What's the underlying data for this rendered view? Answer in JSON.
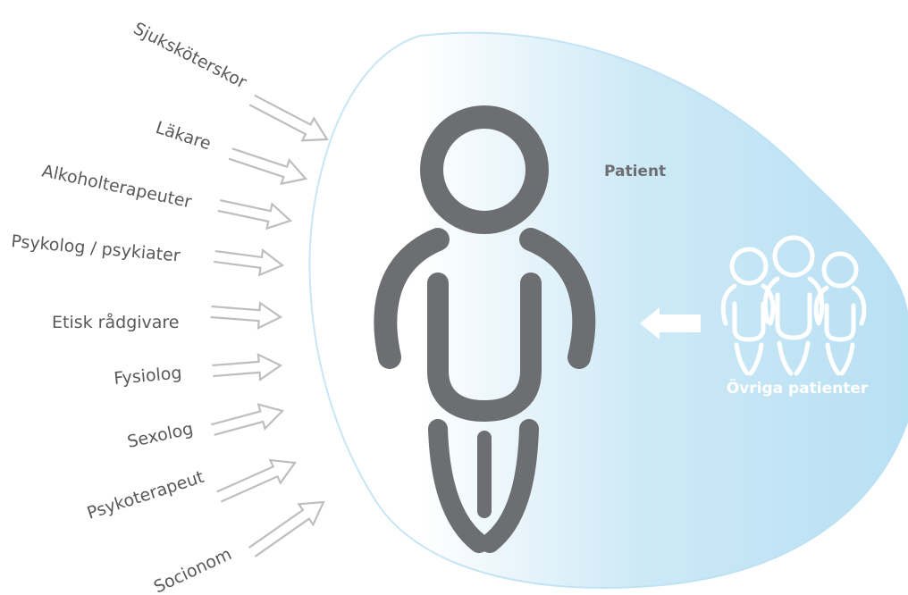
{
  "diagram": {
    "professionals": [
      {
        "label": "Sjuksköterskor"
      },
      {
        "label": "Läkare"
      },
      {
        "label": "Alkoholterapeuter"
      },
      {
        "label": "Psykolog / psykiater"
      },
      {
        "label": "Etisk rådgivare"
      },
      {
        "label": "Fysiolog"
      },
      {
        "label": "Sexolog"
      },
      {
        "label": "Psykoterapeut"
      },
      {
        "label": "Socionom"
      }
    ],
    "patient_label": "Patient",
    "other_patients_label": "Övriga patienter"
  },
  "colors": {
    "region_light": "#ffffff",
    "region_blue": "#bde3f5",
    "figure": "#6d6e71",
    "arrow": "#bcbec0",
    "text": "#58595b"
  }
}
